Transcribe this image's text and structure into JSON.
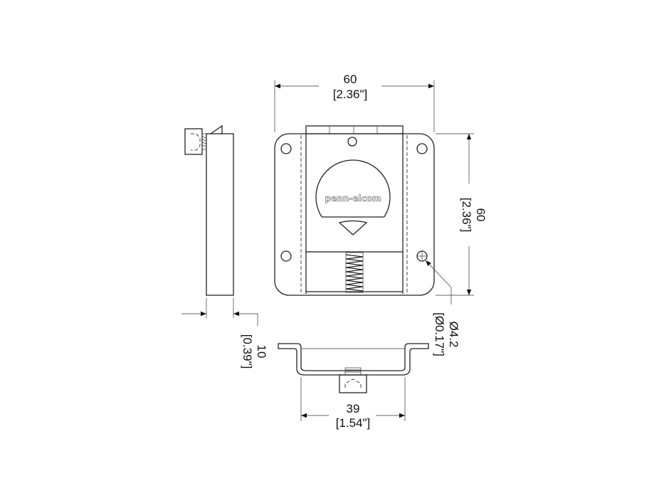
{
  "drawing": {
    "logo_text": "penn-elcom",
    "dimensions": {
      "width_top": {
        "mm": "60",
        "inch": "[2.36\"]"
      },
      "height_right": {
        "mm": "60",
        "inch": "[2.36\"]"
      },
      "hole_diameter": {
        "mm": "Ø4.2",
        "inch": "[Ø0.17\"]"
      },
      "depth_side": {
        "mm": "10",
        "inch": "[0.39\"]"
      },
      "width_bottom": {
        "mm": "39",
        "inch": "[1.54\"]"
      }
    }
  }
}
